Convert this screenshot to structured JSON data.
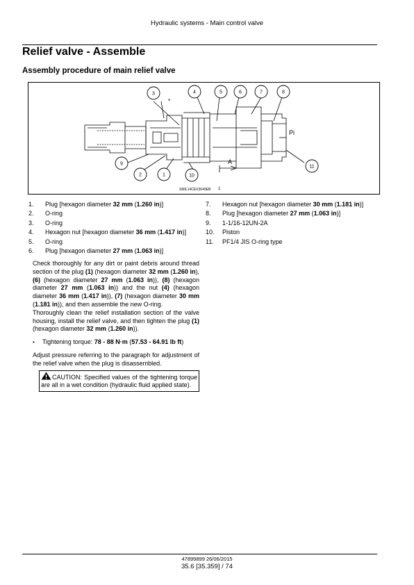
{
  "header": {
    "title": "Hydraulic systems - Main control valve"
  },
  "page_title": "Relief valve - Assemble",
  "section_title": "Assembly procedure of main relief valve",
  "figure": {
    "callouts": [
      "1",
      "2",
      "3",
      "4",
      "5",
      "6",
      "7",
      "8",
      "9",
      "10",
      "11"
    ],
    "port_label": "Pi",
    "section_label": "A",
    "star": "*",
    "code": "SMIL14CEX3649EB",
    "number": "1"
  },
  "legend_left": [
    {
      "num": "1.",
      "parts": [
        {
          "t": "Plug [hexagon diameter "
        },
        {
          "t": "32 mm",
          "b": true
        },
        {
          "t": " ("
        },
        {
          "t": "1.260 in",
          "b": true
        },
        {
          "t": ")]"
        }
      ]
    },
    {
      "num": "2.",
      "parts": [
        {
          "t": "O-ring"
        }
      ]
    },
    {
      "num": "3.",
      "parts": [
        {
          "t": "O-ring"
        }
      ]
    },
    {
      "num": "4.",
      "parts": [
        {
          "t": "Hexagon nut [hexagon diameter "
        },
        {
          "t": "36 mm",
          "b": true
        },
        {
          "t": " ("
        },
        {
          "t": "1.417 in",
          "b": true
        },
        {
          "t": ")]"
        }
      ]
    },
    {
      "num": "5.",
      "parts": [
        {
          "t": "O-ring"
        }
      ]
    },
    {
      "num": "6.",
      "parts": [
        {
          "t": "Plug [hexagon diameter "
        },
        {
          "t": "27 mm",
          "b": true
        },
        {
          "t": " ("
        },
        {
          "t": "1.063 in",
          "b": true
        },
        {
          "t": ")]"
        }
      ]
    }
  ],
  "legend_right": [
    {
      "num": "7.",
      "parts": [
        {
          "t": "Hexagon nut [hexagon diameter "
        },
        {
          "t": "30 mm",
          "b": true
        },
        {
          "t": " ("
        },
        {
          "t": "1.181 in",
          "b": true
        },
        {
          "t": ")]"
        }
      ]
    },
    {
      "num": "8.",
      "parts": [
        {
          "t": "Plug [hexagon diameter "
        },
        {
          "t": "27 mm",
          "b": true
        },
        {
          "t": " ("
        },
        {
          "t": "1.063 in",
          "b": true
        },
        {
          "t": ")]"
        }
      ]
    },
    {
      "num": "9.",
      "parts": [
        {
          "t": "1-1/16-12UN-2A"
        }
      ]
    },
    {
      "num": "10.",
      "parts": [
        {
          "t": "Piston"
        }
      ]
    },
    {
      "num": "11.",
      "parts": [
        {
          "t": "PF1/4 JIS O-ring type"
        }
      ]
    }
  ],
  "body": {
    "para1": [
      {
        "t": "Check thoroughly for any dirt or paint debris around thread section of the plug "
      },
      {
        "t": "(1)",
        "b": true
      },
      {
        "t": " (hexagon diameter "
      },
      {
        "t": "32 mm",
        "b": true
      },
      {
        "t": " ("
      },
      {
        "t": "1.260 in",
        "b": true
      },
      {
        "t": "), "
      },
      {
        "t": "(6)",
        "b": true
      },
      {
        "t": " (hexagon diameter "
      },
      {
        "t": "27 mm",
        "b": true
      },
      {
        "t": " ("
      },
      {
        "t": "1.063 in",
        "b": true
      },
      {
        "t": ")), "
      },
      {
        "t": "(8)",
        "b": true
      },
      {
        "t": " (hexagon diameter "
      },
      {
        "t": "27 mm",
        "b": true
      },
      {
        "t": " ("
      },
      {
        "t": "1.063 in",
        "b": true
      },
      {
        "t": ")) and the nut "
      },
      {
        "t": "(4)",
        "b": true
      },
      {
        "t": " (hexagon diameter "
      },
      {
        "t": "36 mm",
        "b": true
      },
      {
        "t": " ("
      },
      {
        "t": "1.417 in",
        "b": true
      },
      {
        "t": ")), "
      },
      {
        "t": "(7)",
        "b": true
      },
      {
        "t": " (hexagon diameter "
      },
      {
        "t": "30 mm",
        "b": true
      },
      {
        "t": " ("
      },
      {
        "t": "1.181 in",
        "b": true
      },
      {
        "t": ")), and then assemble the new O-ring."
      }
    ],
    "para2": [
      {
        "t": "Thoroughly clean the relief installation section of the valve housing, install the relief valve, and then tighten the plug "
      },
      {
        "t": "(1)",
        "b": true
      },
      {
        "t": " (hexagon diameter "
      },
      {
        "t": "32 mm",
        "b": true
      },
      {
        "t": " ("
      },
      {
        "t": "1.260 in",
        "b": true
      },
      {
        "t": "))."
      }
    ],
    "bullet": [
      {
        "t": "Tightening torque: "
      },
      {
        "t": "78 - 88 N·m",
        "b": true
      },
      {
        "t": " ("
      },
      {
        "t": "57.53 - 64.91 lb ft",
        "b": true
      },
      {
        "t": ")"
      }
    ],
    "para3": [
      {
        "t": "Adjust pressure referring to the paragraph for adjustment of the relief valve when the plug is disassembled."
      }
    ],
    "caution": "CAUTION: Specified values of the tightening torque are all in a wet condition (hydraulic fluid applied state)."
  },
  "footer": {
    "doc_id": "47899899 26/06/2015",
    "page": "35.6 [35.359] / 74"
  }
}
